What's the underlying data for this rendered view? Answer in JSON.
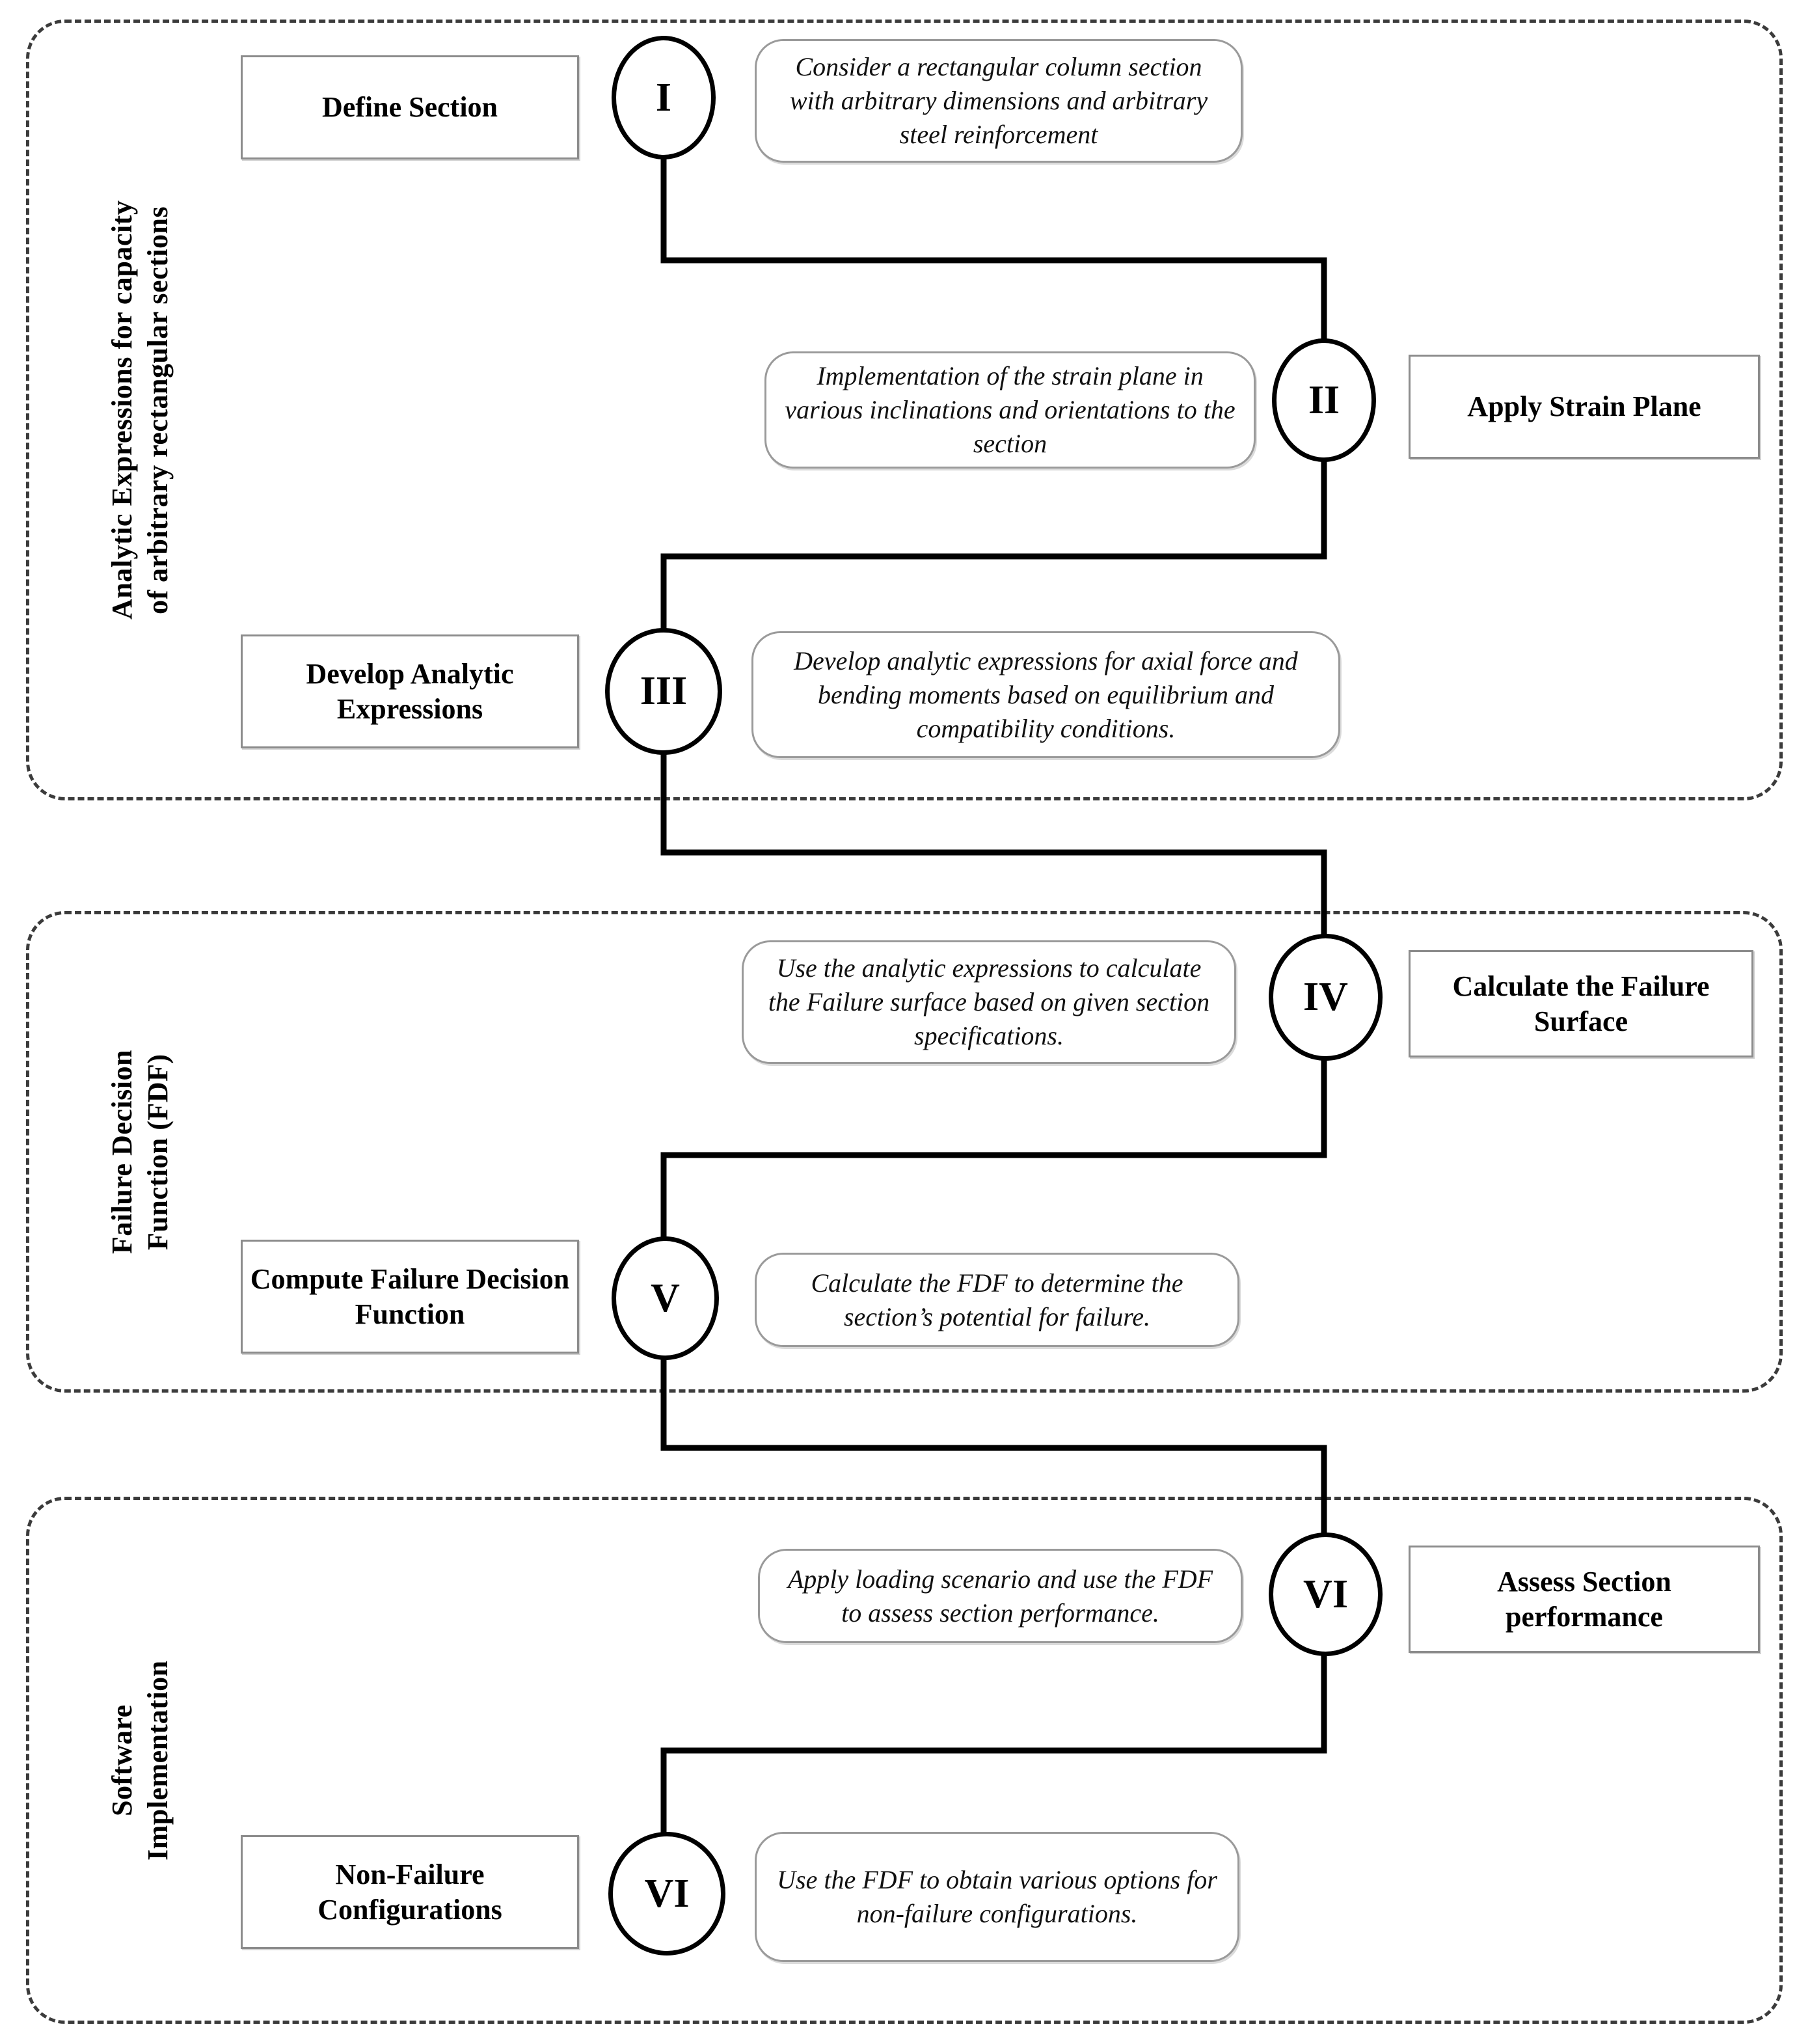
{
  "diagram": {
    "title": "Methodology flowchart",
    "accent_color": "#000000",
    "frame_color": "#3b3b3b",
    "box_border_color": "#8c8c8c",
    "callout_border_color": "#9a9a9a"
  },
  "groups": [
    {
      "id": "group-analytic",
      "label": "Analytic Expressions for capacity\nof arbitrary rectangular sections"
    },
    {
      "id": "group-fdf",
      "label": "Failure Decision\nFunction (FDF)"
    },
    {
      "id": "group-software",
      "label": "Software\nImplementation"
    }
  ],
  "steps": [
    {
      "numeral": "I",
      "box_label": "Define Section",
      "box_side": "left",
      "callout": "Consider a rectangular column section with arbitrary dimensions and arbitrary steel reinforcement"
    },
    {
      "numeral": "II",
      "box_label": "Apply Strain Plane",
      "box_side": "right",
      "callout": "Implementation of the strain plane in various inclinations and orientations to the section"
    },
    {
      "numeral": "III",
      "box_label": "Develop Analytic Expressions",
      "box_side": "left",
      "callout": "Develop analytic expressions for axial force and bending moments based on equilibrium and compatibility conditions."
    },
    {
      "numeral": "IV",
      "box_label": "Calculate the Failure Surface",
      "box_side": "right",
      "callout": "Use the analytic expressions to calculate the Failure surface based on given section specifications."
    },
    {
      "numeral": "V",
      "box_label": "Compute Failure Decision Function",
      "box_side": "left",
      "callout": "Calculate the FDF to determine the section’s potential for failure."
    },
    {
      "numeral": "VI",
      "box_label": "Assess Section performance",
      "box_side": "right",
      "callout": "Apply loading scenario and use the FDF to assess section performance."
    },
    {
      "numeral": "VI",
      "box_label": "Non-Failure Configurations",
      "box_side": "left",
      "callout": "Use the FDF to obtain various options for non-failure configurations."
    }
  ]
}
